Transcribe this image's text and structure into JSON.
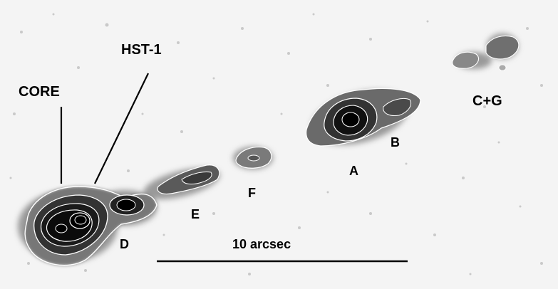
{
  "image": {
    "labels": {
      "core": "CORE",
      "hst1": "HST-1",
      "cg": "C+G",
      "a": "A",
      "b": "B",
      "d": "D",
      "e": "E",
      "f": "F"
    },
    "scale_bar": {
      "label": "10 arcsec"
    }
  }
}
